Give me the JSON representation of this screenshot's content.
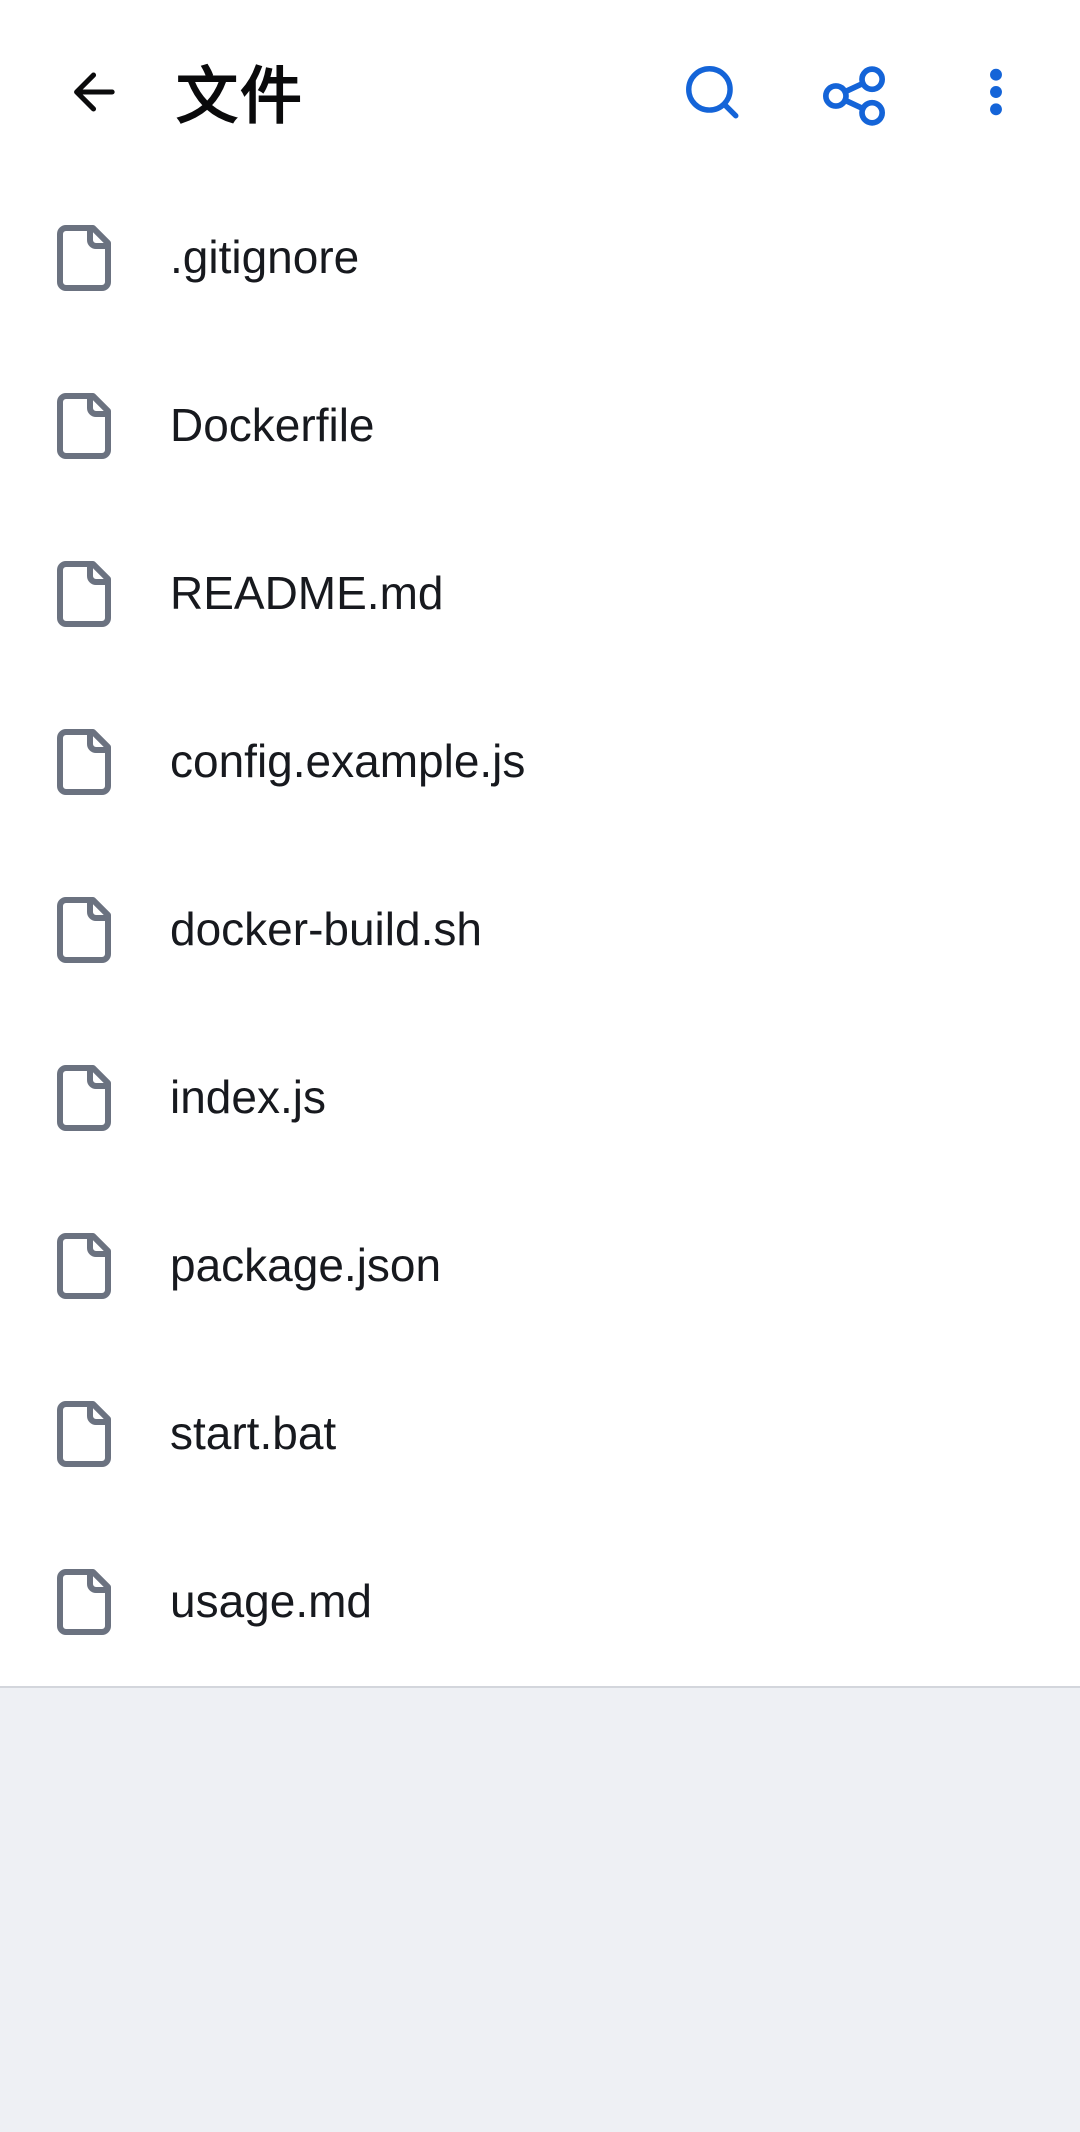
{
  "header": {
    "title": "文件",
    "icons": [
      {
        "name": "back-arrow-icon"
      },
      {
        "name": "search-icon"
      },
      {
        "name": "share-icon"
      },
      {
        "name": "more-vertical-icon"
      }
    ]
  },
  "files": [
    ".gitignore",
    "Dockerfile",
    "README.md",
    "config.example.js",
    "docker-build.sh",
    "index.js",
    "package.json",
    "start.bat",
    "usage.md"
  ],
  "file_icon": "file-outline-icon",
  "colors": {
    "accent_blue": "#1464d8",
    "icon_gray": "#6b7280",
    "text": "#17191e",
    "panel_gray": "#eef0f4",
    "divider": "#d3d6dc"
  }
}
